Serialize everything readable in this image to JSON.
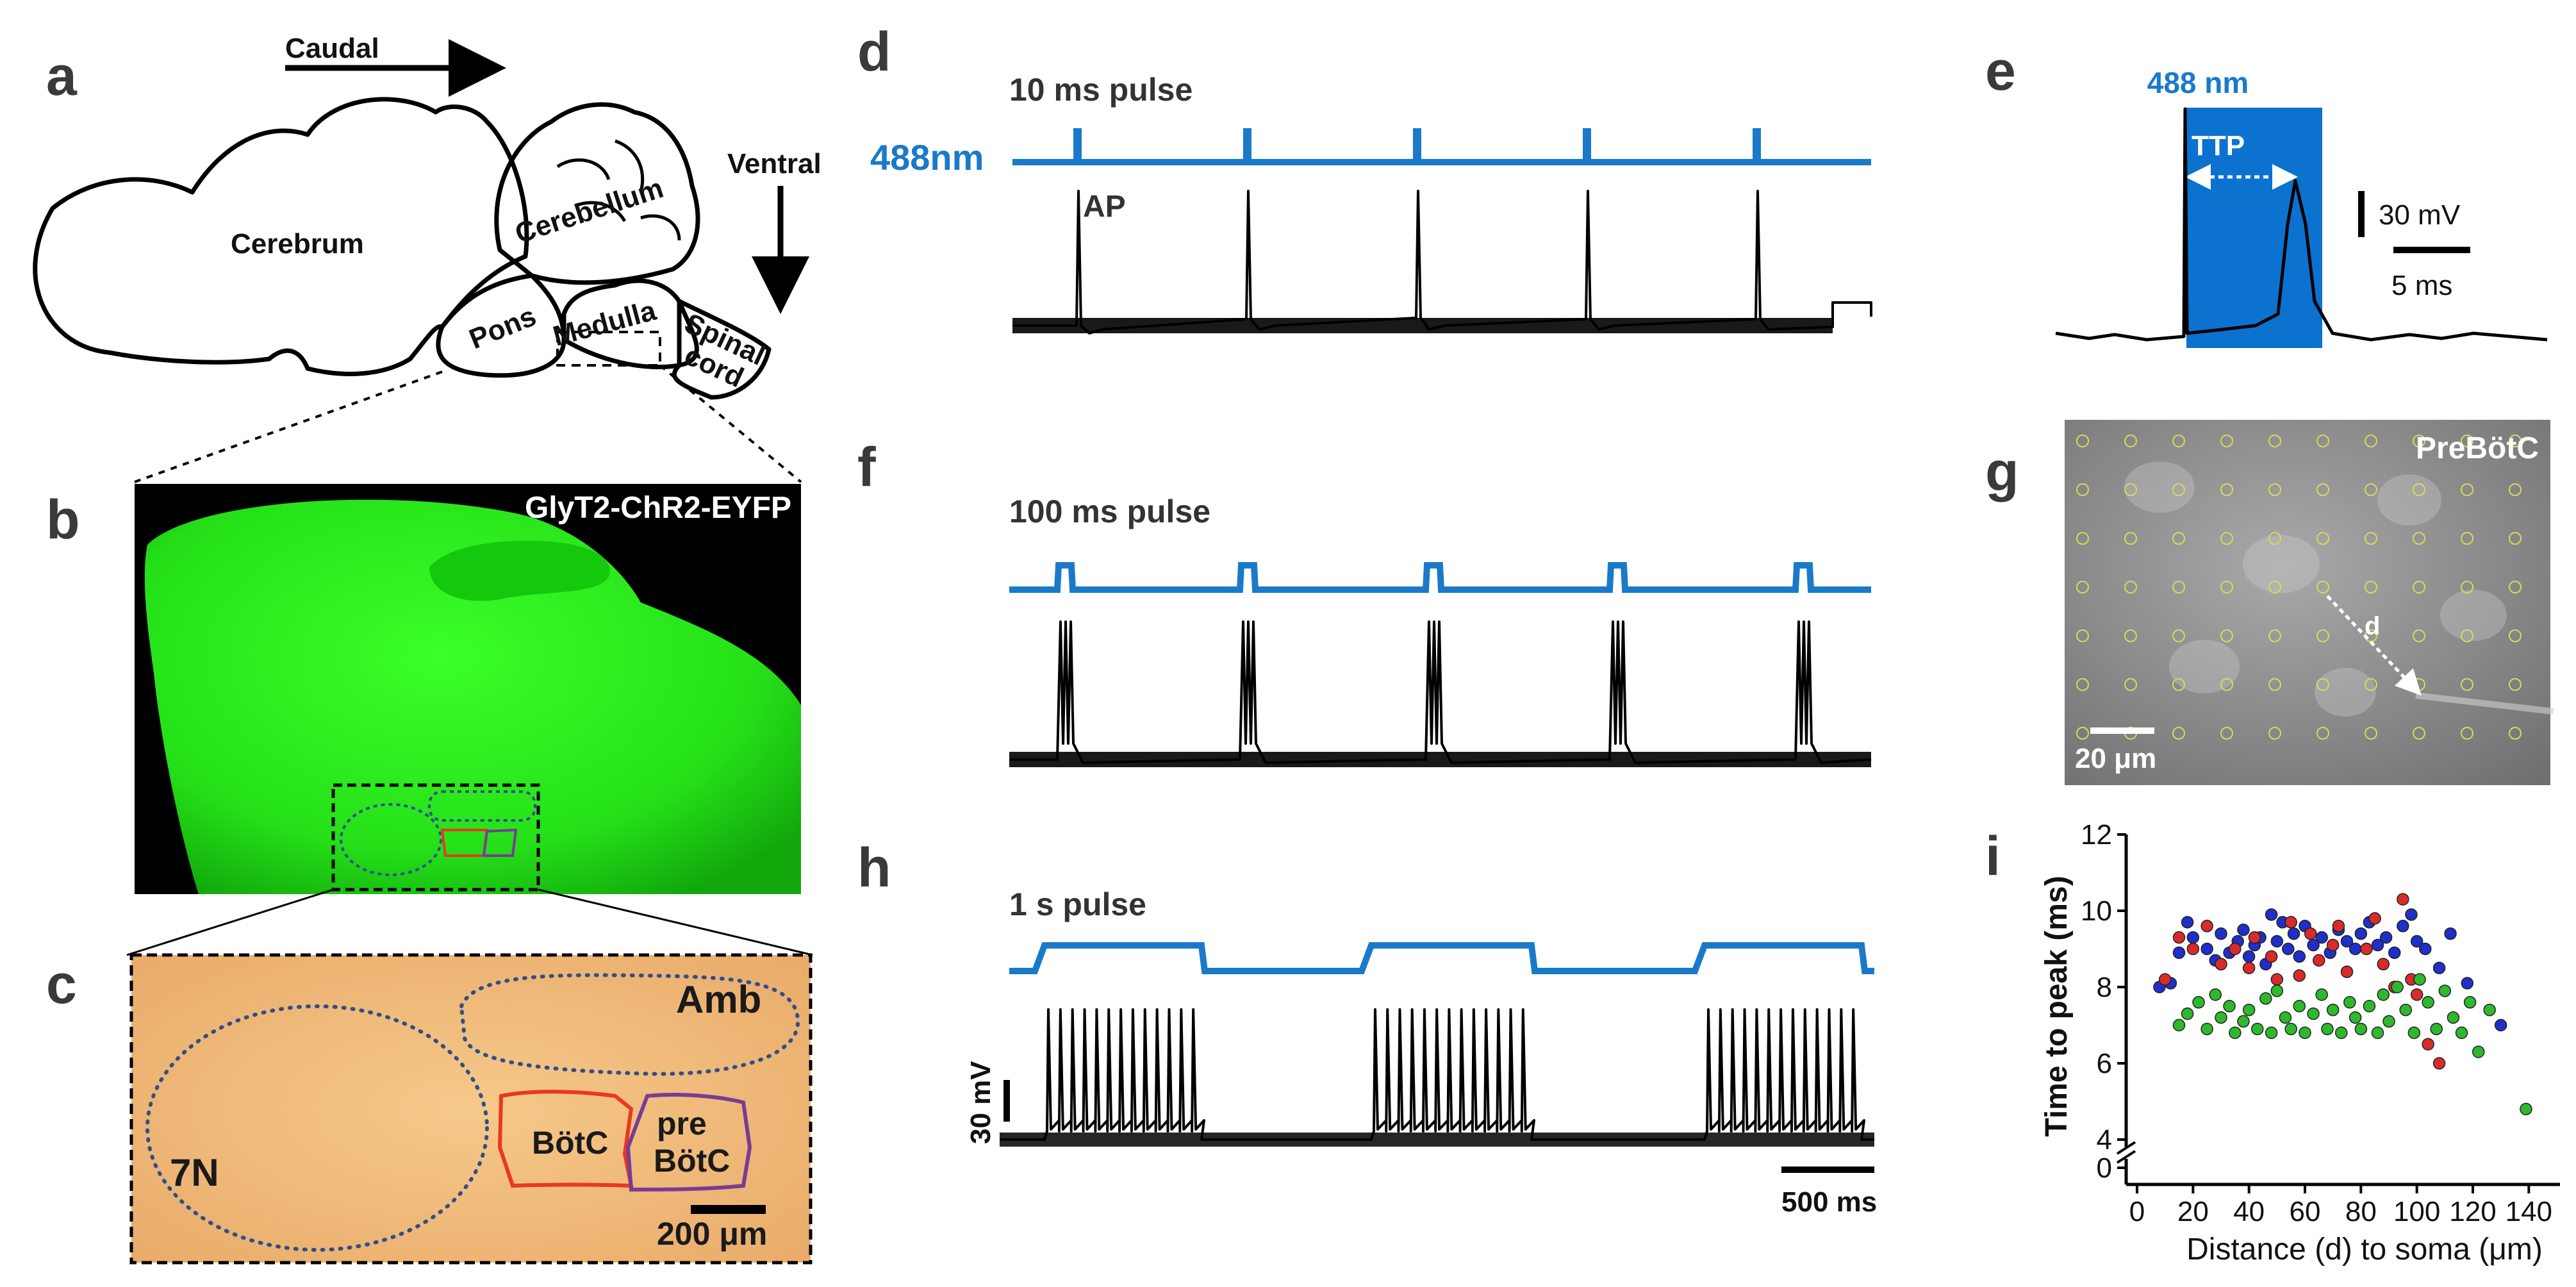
{
  "panel_letters": {
    "a": "a",
    "b": "b",
    "c": "c",
    "d": "d",
    "e": "e",
    "f": "f",
    "g": "g",
    "h": "h",
    "i": "i"
  },
  "panel_a": {
    "caudal": "Caudal",
    "ventral": "Ventral",
    "cerebrum": "Cerebrum",
    "cerebellum": "Cerebellum",
    "pons": "Pons",
    "medulla": "Medulla",
    "spinal": "Spinal",
    "cord": "cord"
  },
  "panel_b": {
    "label": "GlyT2-ChR2-EYFP",
    "color": "#22dd1a"
  },
  "panel_c": {
    "amb": "Amb",
    "n7": "7N",
    "botc": "BötC",
    "pre": "pre",
    "prebotc": "BötC",
    "scale": "200 μm",
    "botc_color": "#e8391e",
    "prebotc_color": "#7a3b96",
    "dot_color": "#2f4f8a"
  },
  "panel_d": {
    "title": "10 ms pulse",
    "light": "488nm",
    "ap": "AP"
  },
  "panel_e": {
    "light": "488 nm",
    "ttp": "TTP",
    "scale_v": "30 mV",
    "scale_t": "5 ms"
  },
  "panel_f": {
    "title": "100 ms pulse"
  },
  "panel_g": {
    "label": "PreBötC",
    "d": "d",
    "scale": "20 μm"
  },
  "panel_h": {
    "title": "1 s pulse",
    "scale_v": "30 mV",
    "scale_t": "500 ms"
  },
  "colors": {
    "laser": "#1a7ac9",
    "trace": "#000000",
    "red": "#d82b2b",
    "blue": "#1f2fc9",
    "green": "#2eb82e"
  },
  "chart_data": {
    "type": "scatter",
    "xlabel": "Distance (d) to soma (μm)",
    "ylabel": "Time to peak (ms)",
    "xlim": [
      0,
      150
    ],
    "ylim": [
      0,
      12
    ],
    "xticks": [
      0,
      20,
      40,
      60,
      80,
      100,
      120,
      140
    ],
    "yticks": [
      0,
      4,
      6,
      8,
      10,
      12
    ],
    "axis_break": [
      0.5,
      4
    ],
    "grid": false,
    "series": [
      {
        "color": "#1f2fc9",
        "points": [
          [
            8,
            8.0
          ],
          [
            12,
            8.1
          ],
          [
            15,
            8.9
          ],
          [
            18,
            9.7
          ],
          [
            20,
            9.3
          ],
          [
            25,
            9.0
          ],
          [
            28,
            8.7
          ],
          [
            30,
            9.4
          ],
          [
            33,
            8.9
          ],
          [
            36,
            9.2
          ],
          [
            38,
            9.5
          ],
          [
            40,
            8.8
          ],
          [
            42,
            9.1
          ],
          [
            44,
            9.3
          ],
          [
            46,
            8.6
          ],
          [
            48,
            9.9
          ],
          [
            50,
            9.2
          ],
          [
            52,
            9.7
          ],
          [
            54,
            9.0
          ],
          [
            56,
            9.4
          ],
          [
            58,
            8.8
          ],
          [
            60,
            9.6
          ],
          [
            63,
            9.1
          ],
          [
            66,
            9.3
          ],
          [
            69,
            8.9
          ],
          [
            72,
            9.5
          ],
          [
            75,
            9.2
          ],
          [
            78,
            9.0
          ],
          [
            80,
            9.4
          ],
          [
            83,
            9.7
          ],
          [
            86,
            9.1
          ],
          [
            89,
            9.3
          ],
          [
            92,
            8.9
          ],
          [
            95,
            9.6
          ],
          [
            98,
            9.9
          ],
          [
            100,
            9.2
          ],
          [
            103,
            9.0
          ],
          [
            108,
            8.5
          ],
          [
            112,
            9.4
          ],
          [
            118,
            8.1
          ],
          [
            130,
            7.0
          ]
        ]
      },
      {
        "color": "#d82b2b",
        "points": [
          [
            10,
            8.2
          ],
          [
            15,
            9.3
          ],
          [
            20,
            9.0
          ],
          [
            25,
            9.6
          ],
          [
            30,
            8.6
          ],
          [
            35,
            9.0
          ],
          [
            40,
            8.5
          ],
          [
            42,
            9.3
          ],
          [
            48,
            8.8
          ],
          [
            50,
            8.2
          ],
          [
            55,
            9.7
          ],
          [
            58,
            8.3
          ],
          [
            62,
            9.4
          ],
          [
            65,
            8.7
          ],
          [
            70,
            9.1
          ],
          [
            72,
            9.6
          ],
          [
            75,
            8.4
          ],
          [
            82,
            9.0
          ],
          [
            85,
            9.8
          ],
          [
            88,
            8.6
          ],
          [
            92,
            8.0
          ],
          [
            95,
            10.3
          ],
          [
            98,
            8.2
          ],
          [
            100,
            7.8
          ],
          [
            104,
            6.5
          ],
          [
            108,
            6.0
          ]
        ]
      },
      {
        "color": "#2eb82e",
        "points": [
          [
            15,
            7.0
          ],
          [
            18,
            7.3
          ],
          [
            22,
            7.6
          ],
          [
            25,
            6.9
          ],
          [
            28,
            7.8
          ],
          [
            30,
            7.2
          ],
          [
            33,
            7.5
          ],
          [
            35,
            6.8
          ],
          [
            38,
            7.1
          ],
          [
            40,
            7.4
          ],
          [
            43,
            6.9
          ],
          [
            46,
            7.7
          ],
          [
            48,
            6.8
          ],
          [
            50,
            7.9
          ],
          [
            53,
            7.2
          ],
          [
            55,
            6.9
          ],
          [
            58,
            7.5
          ],
          [
            60,
            6.8
          ],
          [
            63,
            7.3
          ],
          [
            66,
            7.8
          ],
          [
            68,
            6.9
          ],
          [
            70,
            7.4
          ],
          [
            73,
            6.8
          ],
          [
            76,
            7.6
          ],
          [
            78,
            7.2
          ],
          [
            80,
            6.9
          ],
          [
            83,
            7.5
          ],
          [
            86,
            6.8
          ],
          [
            88,
            7.8
          ],
          [
            90,
            7.1
          ],
          [
            93,
            8.0
          ],
          [
            96,
            7.4
          ],
          [
            99,
            6.8
          ],
          [
            101,
            8.2
          ],
          [
            104,
            7.6
          ],
          [
            107,
            6.9
          ],
          [
            110,
            7.9
          ],
          [
            113,
            7.2
          ],
          [
            116,
            6.8
          ],
          [
            119,
            7.6
          ],
          [
            122,
            6.3
          ],
          [
            126,
            7.4
          ],
          [
            139,
            4.8
          ]
        ]
      }
    ]
  }
}
